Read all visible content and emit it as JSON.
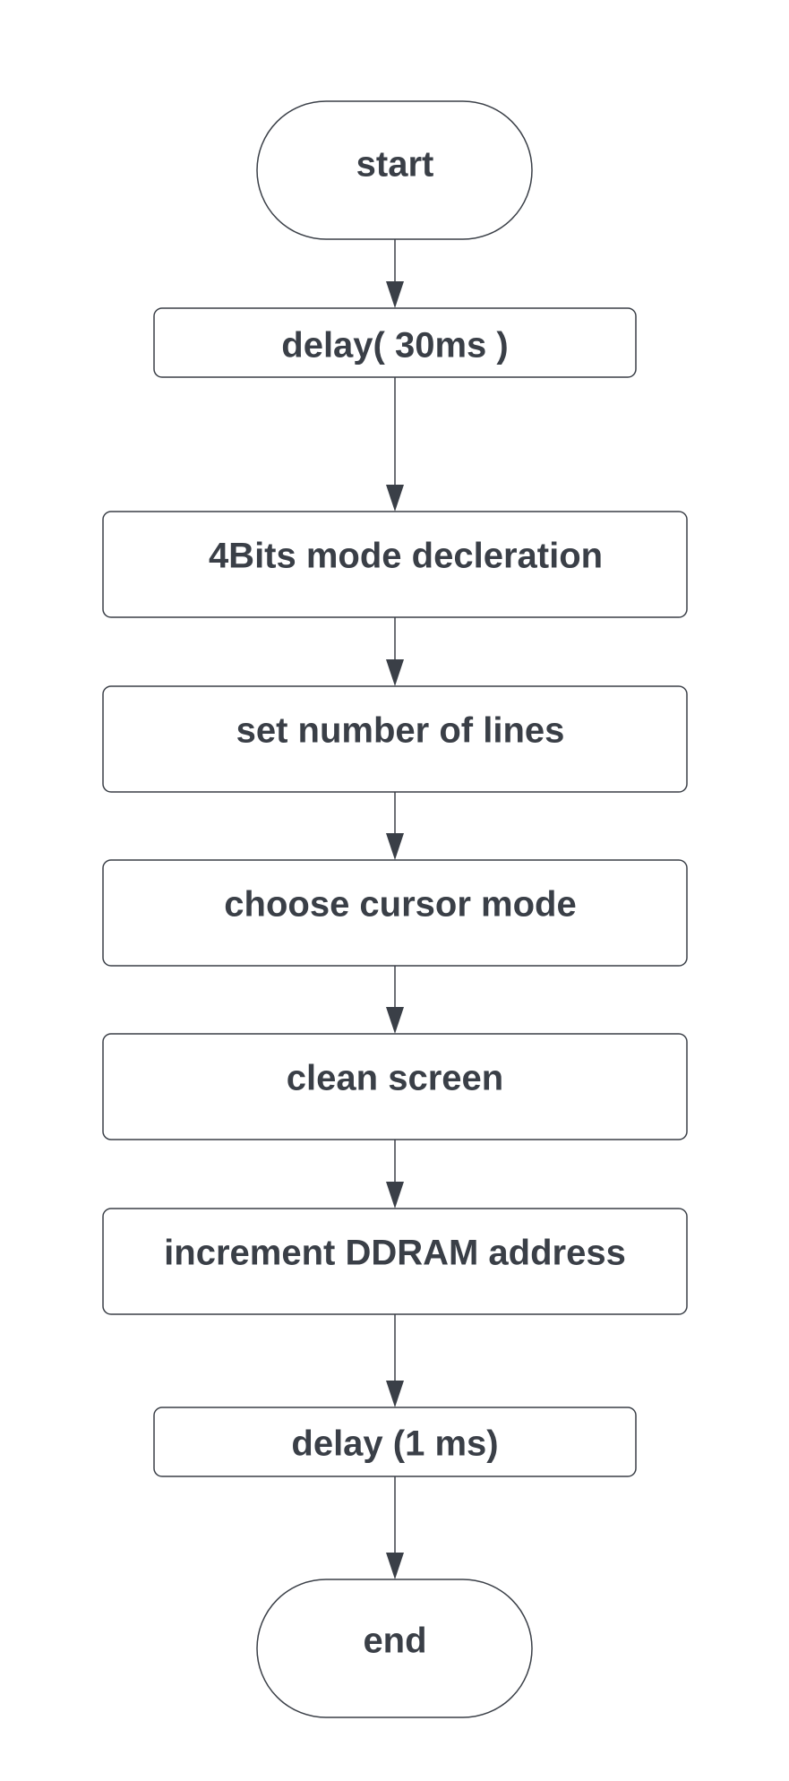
{
  "flowchart": {
    "nodes": [
      {
        "id": "start",
        "label": "start",
        "shape": "terminator"
      },
      {
        "id": "delay-30ms",
        "label": "delay( 30ms )",
        "shape": "process"
      },
      {
        "id": "4bits-mode",
        "label": "4Bits mode decleration",
        "shape": "process"
      },
      {
        "id": "set-lines",
        "label": "set number of lines",
        "shape": "process"
      },
      {
        "id": "cursor-mode",
        "label": "choose cursor mode",
        "shape": "process"
      },
      {
        "id": "clean-screen",
        "label": "clean screen",
        "shape": "process"
      },
      {
        "id": "increment-ddram",
        "label": "increment DDRAM address",
        "shape": "process"
      },
      {
        "id": "delay-1ms",
        "label": "delay (1 ms)",
        "shape": "process"
      },
      {
        "id": "end",
        "label": "end",
        "shape": "terminator"
      }
    ],
    "edges": [
      {
        "from": "start",
        "to": "delay-30ms"
      },
      {
        "from": "delay-30ms",
        "to": "4bits-mode"
      },
      {
        "from": "4bits-mode",
        "to": "set-lines"
      },
      {
        "from": "set-lines",
        "to": "cursor-mode"
      },
      {
        "from": "cursor-mode",
        "to": "clean-screen"
      },
      {
        "from": "clean-screen",
        "to": "increment-ddram"
      },
      {
        "from": "increment-ddram",
        "to": "delay-1ms"
      },
      {
        "from": "delay-1ms",
        "to": "end"
      }
    ]
  },
  "colors": {
    "stroke": "#3a3f47",
    "text": "#3a3f47",
    "fill": "#ffffff",
    "background": "#ffffff"
  }
}
